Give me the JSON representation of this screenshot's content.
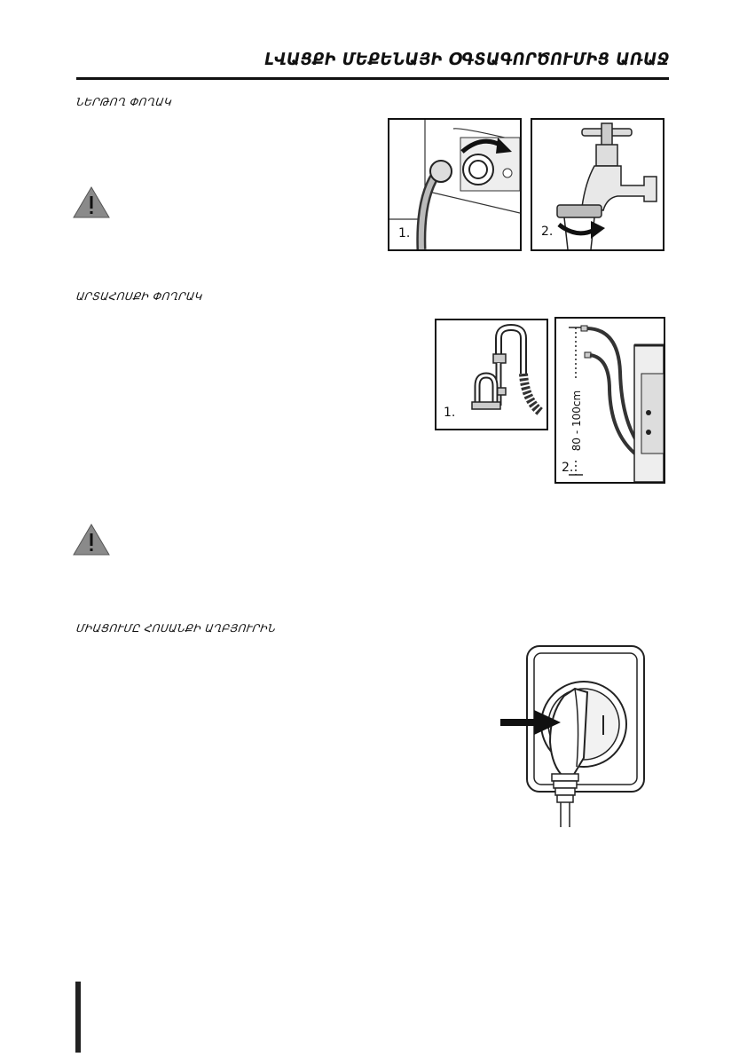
{
  "header": {
    "title": "ԼՎԱՑՔԻ ՄԵՔԵՆԱՅԻ ՕԳՏԱԳՈՐԾՈՒՄԻՑ ԱՌԱՋ"
  },
  "sections": {
    "inlet": {
      "heading": "ՆԵՐԹՈՂ ՓՈՂԱԿ",
      "figure1_label": "1.",
      "figure2_label": "2."
    },
    "drain": {
      "heading": "ԱՐՏԱՀՈՍՔԻ ՓՈՂՐԱԿ",
      "figure1_label": "1.",
      "figure2_label": "2.",
      "height_label": "80 - 100cm"
    },
    "power": {
      "heading": "ՄԻԱՑՈՒՄԸ ՀՈՍԱՆՔԻ ԱՂԲՅՈՒՐԻՆ"
    }
  },
  "icons": {
    "warning": "warning-triangle-icon",
    "rotate_arrow": "curved-arrow-icon",
    "push_arrow": "arrow-right-icon"
  },
  "colors": {
    "ink": "#111111",
    "warning_fill": "#8a8a8a",
    "light_gray": "#d8d8d8"
  }
}
